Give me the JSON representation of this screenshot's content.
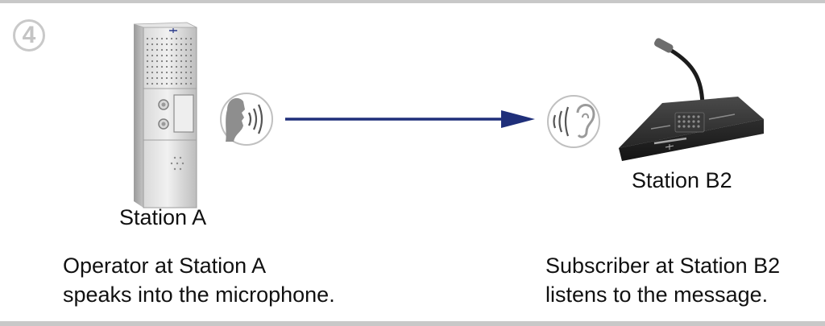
{
  "step_number": "4",
  "station_a": {
    "label": "Station A",
    "description": [
      "Operator at Station A",
      "speaks into the microphone."
    ]
  },
  "station_b2": {
    "label": "Station B2",
    "description": [
      "Subscriber at Station B2",
      "listens to the message."
    ]
  },
  "icons": {
    "speak": "speaking-head-icon",
    "listen": "listening-ear-icon",
    "arrow": "arrow-right-icon"
  },
  "colors": {
    "arrow": "#1f2f7a",
    "rule": "#c8c8c8",
    "icon_circle": "#c0c0c0"
  }
}
